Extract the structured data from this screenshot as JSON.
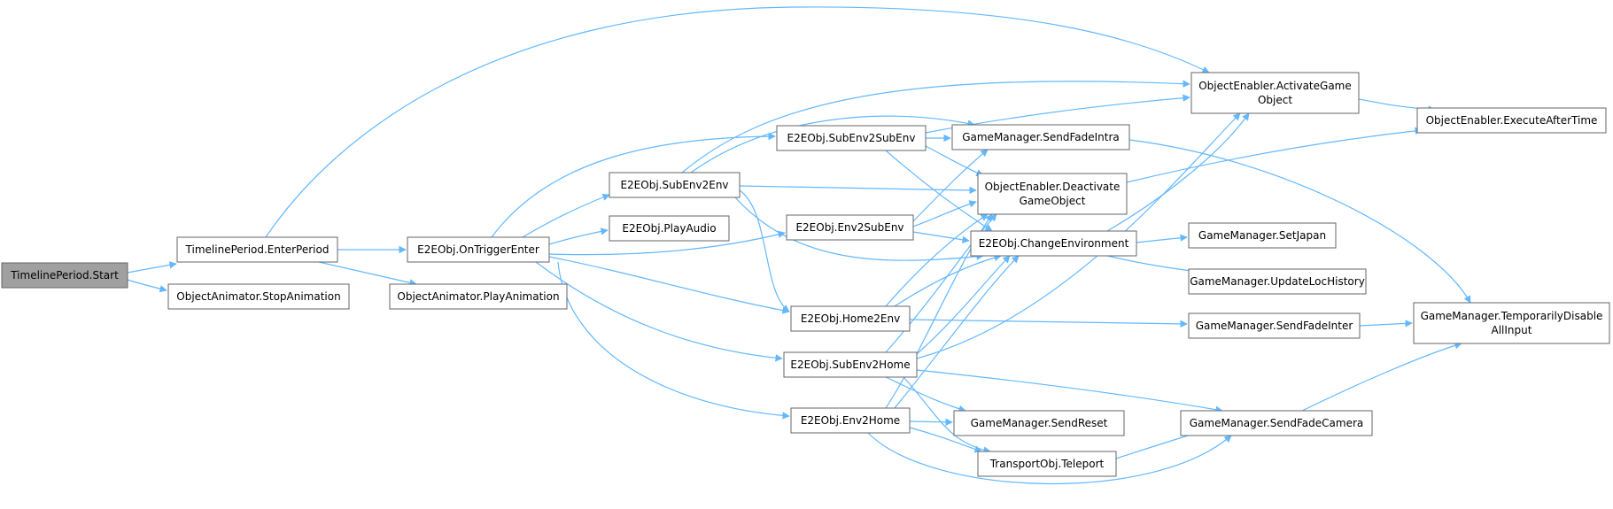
{
  "graph": {
    "title": "",
    "edge_color": "#63b8ff",
    "root_fill": "#a0a0a0",
    "node_fill": "#ffffff",
    "node_border": "#666666",
    "nodes": [
      {
        "id": "n0",
        "lines": [
          "TimelinePeriod.Start"
        ],
        "root": true
      },
      {
        "id": "n1",
        "lines": [
          "TimelinePeriod.EnterPeriod"
        ]
      },
      {
        "id": "n2",
        "lines": [
          "ObjectAnimator.StopAnimation"
        ]
      },
      {
        "id": "n3",
        "lines": [
          "E2EObj.OnTriggerEnter"
        ]
      },
      {
        "id": "n4",
        "lines": [
          "ObjectAnimator.PlayAnimation"
        ]
      },
      {
        "id": "n5",
        "lines": [
          "E2EObj.SubEnv2Env"
        ]
      },
      {
        "id": "n6",
        "lines": [
          "E2EObj.PlayAudio"
        ]
      },
      {
        "id": "n7",
        "lines": [
          "E2EObj.SubEnv2SubEnv"
        ]
      },
      {
        "id": "n8",
        "lines": [
          "E2EObj.Env2SubEnv"
        ]
      },
      {
        "id": "n9",
        "lines": [
          "E2EObj.Home2Env"
        ]
      },
      {
        "id": "n10",
        "lines": [
          "E2EObj.SubEnv2Home"
        ]
      },
      {
        "id": "n11",
        "lines": [
          "E2EObj.Env2Home"
        ]
      },
      {
        "id": "n12",
        "lines": [
          "ObjectEnabler.ActivateGame",
          "Object"
        ]
      },
      {
        "id": "n13",
        "lines": [
          "GameManager.SendFadeIntra"
        ]
      },
      {
        "id": "n14",
        "lines": [
          "ObjectEnabler.Deactivate",
          "GameObject"
        ]
      },
      {
        "id": "n15",
        "lines": [
          "E2EObj.ChangeEnvironment"
        ]
      },
      {
        "id": "n16",
        "lines": [
          "GameManager.SetJapan"
        ]
      },
      {
        "id": "n17",
        "lines": [
          "GameManager.UpdateLocHistory"
        ]
      },
      {
        "id": "n18",
        "lines": [
          "GameManager.SendFadeInter"
        ]
      },
      {
        "id": "n19",
        "lines": [
          "GameManager.SendReset"
        ]
      },
      {
        "id": "n20",
        "lines": [
          "TransportObj.Teleport"
        ]
      },
      {
        "id": "n21",
        "lines": [
          "GameManager.SendFadeCamera"
        ]
      },
      {
        "id": "n22",
        "lines": [
          "ObjectEnabler.ExecuteAfterTime"
        ]
      },
      {
        "id": "n23",
        "lines": [
          "GameManager.TemporarilyDisable",
          "AllInput"
        ]
      }
    ],
    "edges": [
      {
        "from": "n0",
        "to": "n1"
      },
      {
        "from": "n0",
        "to": "n2"
      },
      {
        "from": "n1",
        "to": "n3"
      },
      {
        "from": "n1",
        "to": "n4"
      },
      {
        "from": "n1",
        "to": "n12"
      },
      {
        "from": "n3",
        "to": "n5"
      },
      {
        "from": "n3",
        "to": "n6"
      },
      {
        "from": "n3",
        "to": "n7"
      },
      {
        "from": "n3",
        "to": "n8"
      },
      {
        "from": "n3",
        "to": "n9"
      },
      {
        "from": "n3",
        "to": "n10"
      },
      {
        "from": "n3",
        "to": "n11"
      },
      {
        "from": "n5",
        "to": "n12"
      },
      {
        "from": "n5",
        "to": "n13"
      },
      {
        "from": "n5",
        "to": "n14"
      },
      {
        "from": "n5",
        "to": "n15"
      },
      {
        "from": "n5",
        "to": "n9"
      },
      {
        "from": "n7",
        "to": "n12"
      },
      {
        "from": "n7",
        "to": "n13"
      },
      {
        "from": "n7",
        "to": "n14"
      },
      {
        "from": "n7",
        "to": "n15"
      },
      {
        "from": "n8",
        "to": "n13"
      },
      {
        "from": "n8",
        "to": "n14"
      },
      {
        "from": "n8",
        "to": "n15"
      },
      {
        "from": "n9",
        "to": "n14"
      },
      {
        "from": "n9",
        "to": "n15"
      },
      {
        "from": "n9",
        "to": "n18"
      },
      {
        "from": "n10",
        "to": "n12"
      },
      {
        "from": "n10",
        "to": "n14"
      },
      {
        "from": "n10",
        "to": "n15"
      },
      {
        "from": "n10",
        "to": "n19"
      },
      {
        "from": "n10",
        "to": "n20"
      },
      {
        "from": "n10",
        "to": "n21"
      },
      {
        "from": "n11",
        "to": "n14"
      },
      {
        "from": "n11",
        "to": "n15"
      },
      {
        "from": "n11",
        "to": "n19"
      },
      {
        "from": "n11",
        "to": "n20"
      },
      {
        "from": "n11",
        "to": "n21"
      },
      {
        "from": "n12",
        "to": "n22"
      },
      {
        "from": "n13",
        "to": "n23"
      },
      {
        "from": "n14",
        "to": "n22"
      },
      {
        "from": "n15",
        "to": "n12"
      },
      {
        "from": "n15",
        "to": "n16"
      },
      {
        "from": "n15",
        "to": "n17"
      },
      {
        "from": "n18",
        "to": "n23"
      },
      {
        "from": "n20",
        "to": "n21"
      },
      {
        "from": "n21",
        "to": "n23"
      }
    ]
  }
}
